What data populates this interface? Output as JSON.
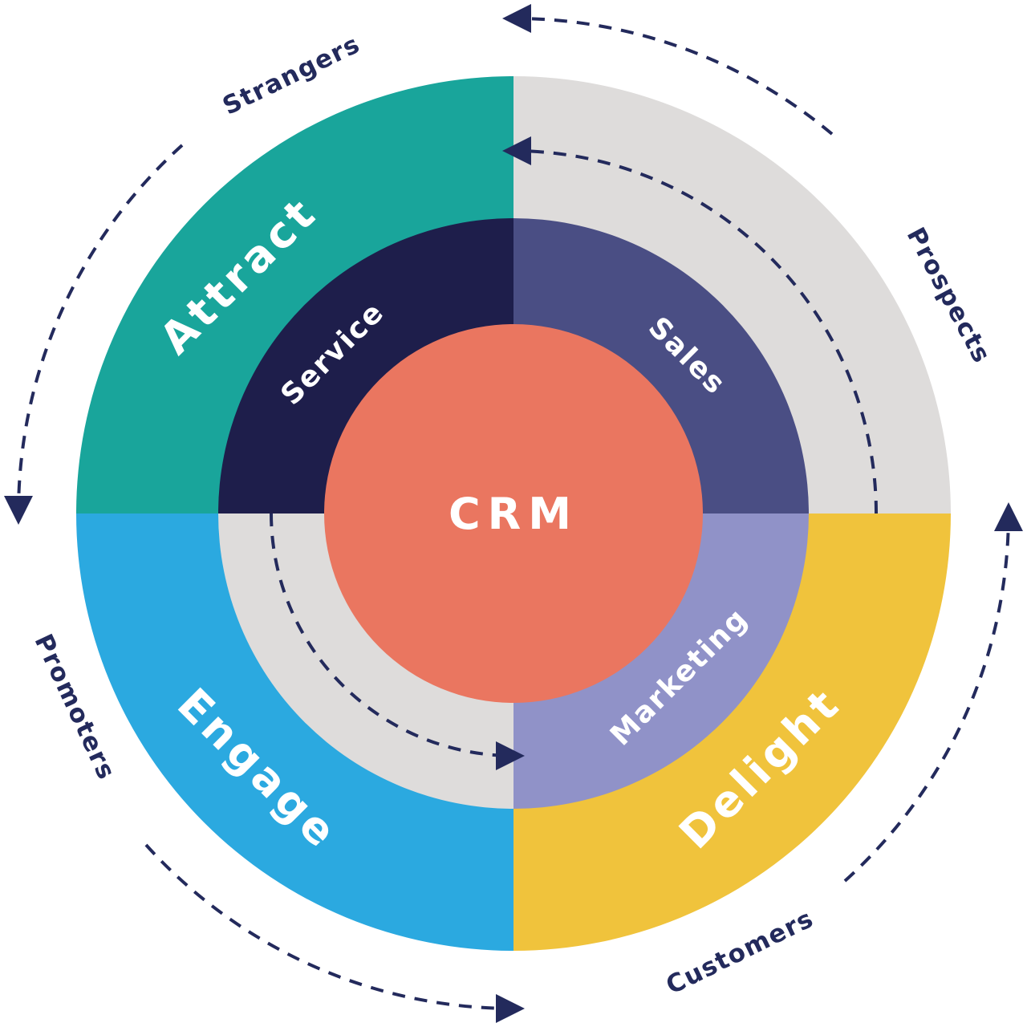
{
  "center": {
    "label": "CRM",
    "color": "#EA7660"
  },
  "middle_ring": {
    "service": {
      "label": "Service",
      "color": "#1E1E4B"
    },
    "sales": {
      "label": "Sales",
      "color": "#4A4E84"
    },
    "marketing": {
      "label": "Marketing",
      "color": "#9092C8"
    },
    "gray_segment": {
      "color": "#DEDCDB"
    }
  },
  "outer_ring": {
    "attract": {
      "label": "Attract",
      "color": "#19A59B"
    },
    "gray_segment": {
      "color": "#DEDCDB"
    },
    "delight": {
      "label": "Delight",
      "color": "#F0C33C"
    },
    "engage": {
      "label": "Engage",
      "color": "#2BA9E0"
    }
  },
  "outside_labels": {
    "strangers": "Strangers",
    "prospects": "Prospects",
    "customers": "Customers",
    "promoters": "Promoters"
  },
  "flow": {
    "arrow_color": "#232A5C",
    "label_color": "#232A5C"
  }
}
